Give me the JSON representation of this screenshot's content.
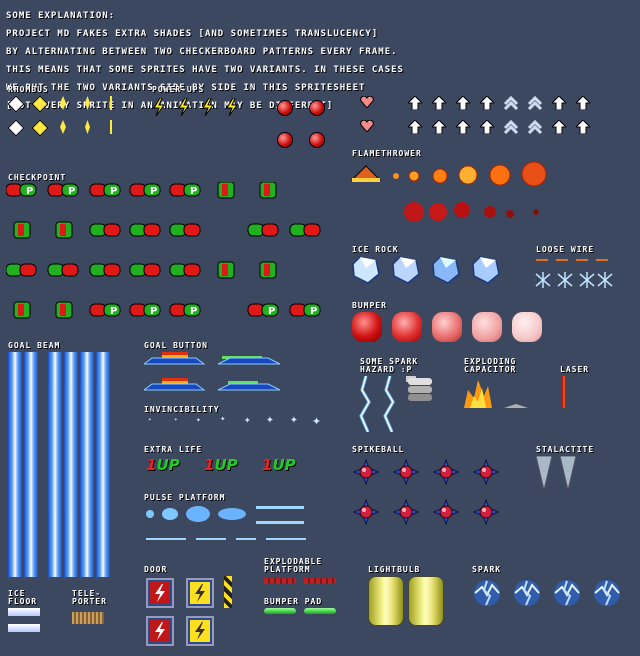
{
  "intro": {
    "line1": "SOME EXPLANATION:",
    "line2": "PROJECT MD FAKES EXTRA SHADES [AND SOMETIMES TRANSLUCENCY]",
    "line3": "BY ALTERNATING BETWEEN TWO CHECKERBOARD PATTERNS EVERY FRAME.",
    "line4": "THIS MEANS THAT SOME SPRITES HAVE TWO VARIANTS. IN THESE CASES",
    "line5": "WE PUT THE TWO VARIANTS SIDE BY SIDE IN THIS SPRITESHEET",
    "line6": "[NOT EVERY SPRITE IN AN ANIMATION MAY BE DIFFERENT]"
  },
  "labels": {
    "rhombus": "RHOMBUS",
    "powerups": "POWER-UPS",
    "checkpoint": "CHECKPOINT",
    "flamethrower": "FLAMETHROWER",
    "icerock": "ICE ROCK",
    "loosewire": "LOOSE WIRE",
    "bumper": "BUMPER",
    "goalbeam": "GOAL BEAM",
    "goalbutton": "GOAL BUTTON",
    "sparkhazard": "SOME SPARK\nHAZARD :P",
    "capacitor": "EXPLODING\nCAPACITOR",
    "laser": "LASER",
    "invincibility": "INVINCIBILITY",
    "extralife": "EXTRA LIFE",
    "spikeball": "SPIKEBALL",
    "stalactite": "STALACTITE",
    "pulseplatform": "PULSE PLATFORM",
    "icefloor": "ICE\nFLOOR",
    "teleporter": "TELE-\nPORTER",
    "door": "DOOR",
    "explodable": "EXPLODABLE\nPLATFORM",
    "bumperpad": "BUMPER PAD",
    "lightbulb": "LIGHTBULB",
    "spark": "SPARK"
  },
  "oneup": {
    "one": "1",
    "up": "UP"
  },
  "colors": {
    "background": "#3c4860",
    "checkpoint_red": "#e01818",
    "checkpoint_green": "#20b020",
    "bolt": "#ffee20",
    "beam": "#5fa0ff"
  }
}
